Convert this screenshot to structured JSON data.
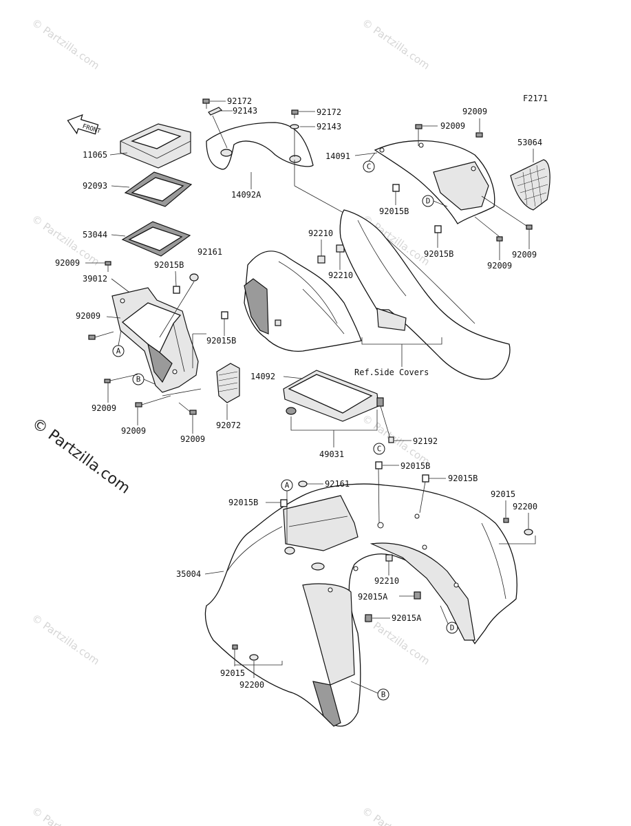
{
  "figure_code": "F2171",
  "front_arrow": "FRONT",
  "ref_text": "Ref.Side Covers",
  "watermark": "© Partzilla.com",
  "watermark_big": "© Partzilla.com",
  "labels": {
    "p92172a": "92172",
    "p92143a": "92143",
    "p92172b": "92172",
    "p92143b": "92143",
    "p14092A": "14092A",
    "p11065": "11065",
    "p92093": "92093",
    "p53044": "53044",
    "p92009a": "92009",
    "p39012": "39012",
    "p92015Ba": "92015B",
    "p92009b": "92009",
    "p92161a": "92161",
    "p92015Bb": "92015B",
    "p92009c": "92009",
    "p92009d": "92009",
    "p92009e": "92009",
    "p92072": "92072",
    "p92009f": "92009",
    "p92009g": "92009",
    "p14091": "14091",
    "p92015Bc": "92015B",
    "p53064": "53064",
    "p92015Bd": "92015B",
    "p92009h": "92009",
    "p92009i": "92009",
    "p92210a": "92210",
    "p92210b": "92210",
    "p14092": "14092",
    "p92192": "92192",
    "p49031": "49031",
    "p92015Be": "92015B",
    "p92161b": "92161",
    "p92015Bf": "92015B",
    "p92015Bg": "92015B",
    "p92015a": "92015",
    "p92200a": "92200",
    "p35004": "35004",
    "p92210c": "92210",
    "p92015Aa": "92015A",
    "p92015Ab": "92015A",
    "p92015b": "92015",
    "p92200b": "92200"
  },
  "callouts": {
    "A1": "A",
    "A2": "A",
    "B1": "B",
    "B2": "B",
    "C1": "C",
    "C2": "C",
    "D1": "D",
    "D2": "D"
  }
}
